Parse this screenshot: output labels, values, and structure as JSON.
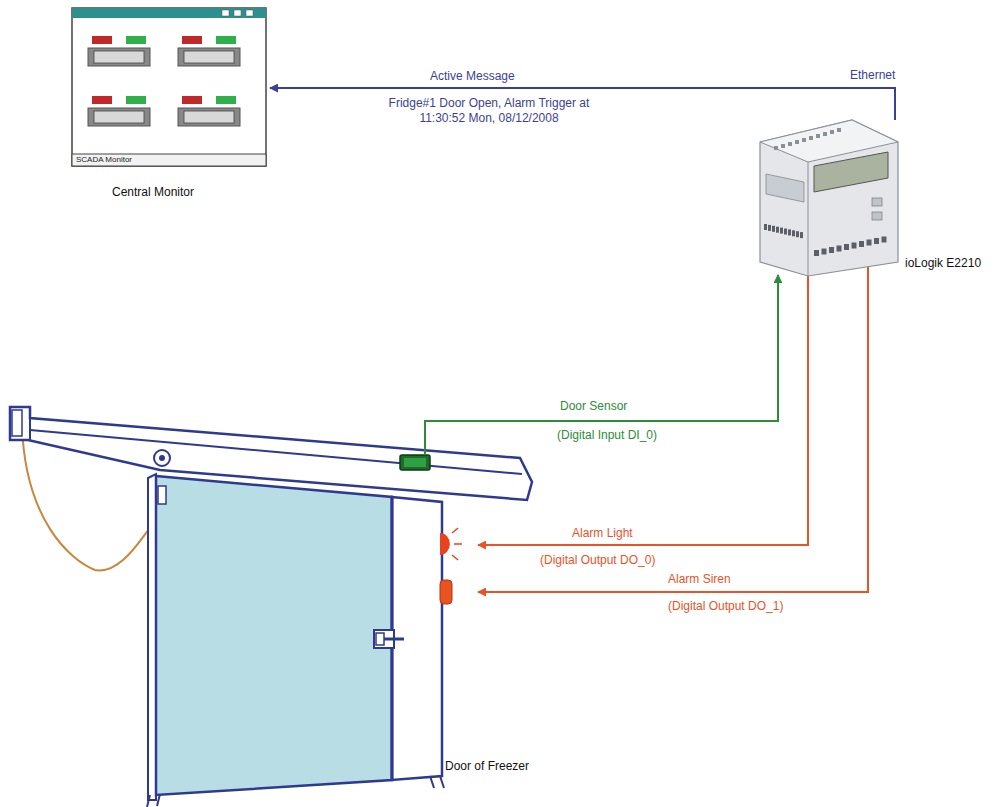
{
  "diagram": {
    "nodes": [
      {
        "text": [
          "SCADA Monitor",
          "Central Monitor"
        ]
      },
      {
        "text": [
          "ioLogik E2210"
        ]
      },
      {
        "text": [
          "Door of Freezer"
        ]
      }
    ],
    "edges": [
      {
        "from": 1,
        "to": 0,
        "arrow": "to",
        "label": "Active Message"
      },
      {
        "from": 2,
        "to": 1,
        "arrow": "to",
        "label": "Door Sensor"
      },
      {
        "from": 1,
        "to": 2,
        "arrow": "to",
        "label": "Alarm Light"
      },
      {
        "from": 1,
        "to": 2,
        "arrow": "to",
        "label": "Alarm Siren"
      }
    ],
    "labels": [
      "Ethernet",
      "Fridge#1 Door Open, Alarm Trigger at 11:30:52 Mon, 08/12/2008",
      "(Digital Input DI_0)",
      "(Digital Output DO_0)",
      "(Digital Output DO_1)"
    ]
  }
}
